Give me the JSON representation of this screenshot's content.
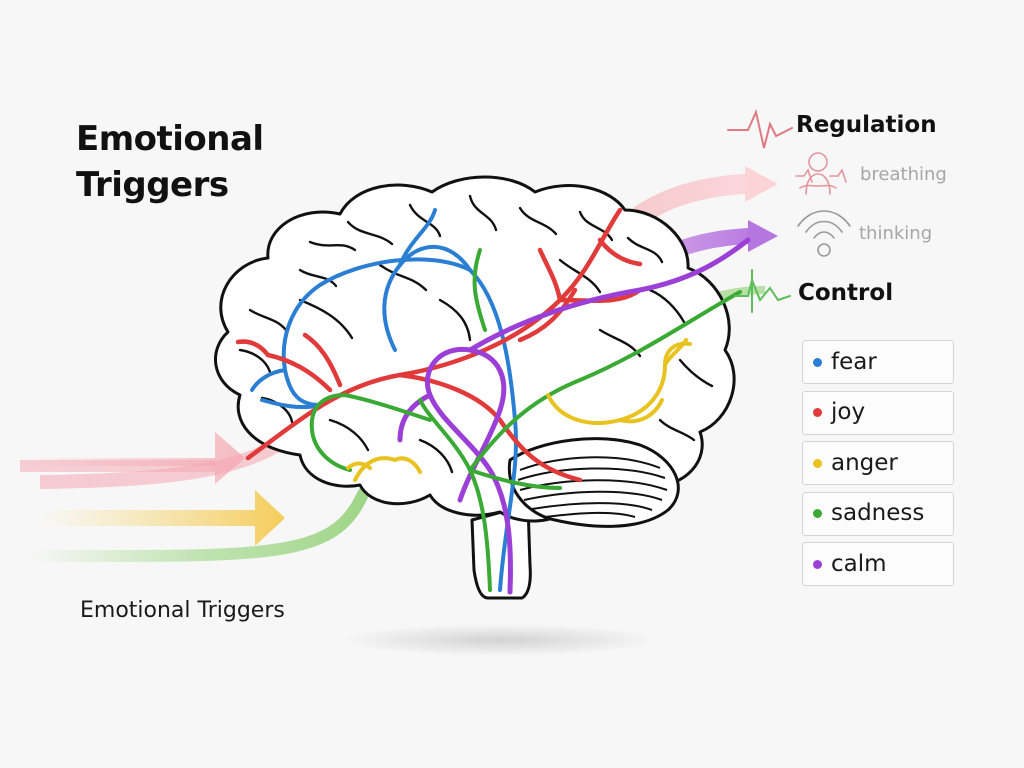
{
  "title": "Emotional\nTriggers",
  "caption": "Emotional Triggers",
  "regulation": {
    "heading": "Regulation",
    "heading_icon": "heartbeat-icon",
    "items": [
      {
        "label": "breathing",
        "icon": "meditating-person-icon"
      },
      {
        "label": "thinking",
        "icon": "signal-waves-icon"
      }
    ]
  },
  "control": {
    "heading": "Control",
    "heading_icon": "pulse-check-icon"
  },
  "legend": [
    {
      "label": "fear",
      "color": "#2a7fd4"
    },
    {
      "label": "joy",
      "color": "#e03a3a"
    },
    {
      "label": "anger",
      "color": "#e8c21f"
    },
    {
      "label": "sadness",
      "color": "#3aaa35"
    },
    {
      "label": "calm",
      "color": "#9b3fd6"
    }
  ],
  "colors": {
    "fear": "#2a7fd4",
    "joy": "#e03a3a",
    "anger": "#e8c21f",
    "sadness": "#3aaa35",
    "calm": "#9b3fd6",
    "outline": "#111111"
  }
}
